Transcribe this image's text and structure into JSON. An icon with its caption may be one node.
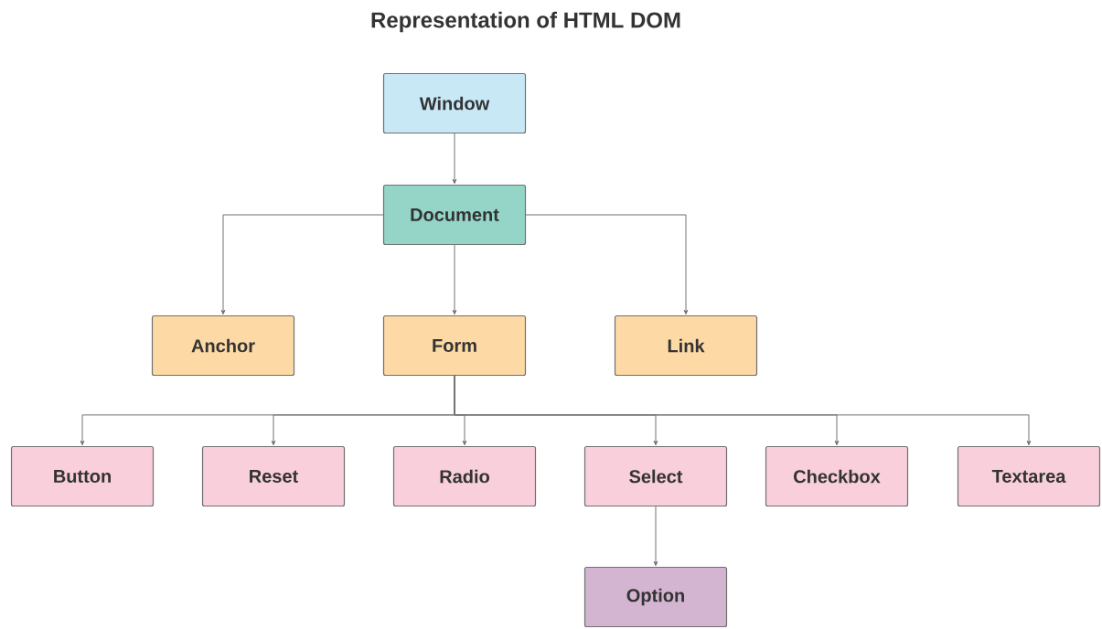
{
  "diagram": {
    "title": "Representation of HTML DOM",
    "nodes": [
      {
        "text": [
          "Window"
        ]
      },
      {
        "text": [
          "Document"
        ]
      },
      {
        "text": [
          "Anchor"
        ]
      },
      {
        "text": [
          "Form"
        ]
      },
      {
        "text": [
          "Link"
        ]
      },
      {
        "text": [
          "Button"
        ]
      },
      {
        "text": [
          "Reset"
        ]
      },
      {
        "text": [
          "Radio"
        ]
      },
      {
        "text": [
          "Select"
        ]
      },
      {
        "text": [
          "Checkbox"
        ]
      },
      {
        "text": [
          "Textarea"
        ]
      },
      {
        "text": [
          "Option"
        ]
      }
    ],
    "edges": [
      {
        "from": 0,
        "to": 1,
        "arrow": "to"
      },
      {
        "from": 1,
        "to": 2,
        "arrow": "to"
      },
      {
        "from": 1,
        "to": 3,
        "arrow": "to"
      },
      {
        "from": 1,
        "to": 4,
        "arrow": "to"
      },
      {
        "from": 3,
        "to": 5,
        "arrow": "to"
      },
      {
        "from": 3,
        "to": 6,
        "arrow": "to"
      },
      {
        "from": 3,
        "to": 7,
        "arrow": "to"
      },
      {
        "from": 3,
        "to": 8,
        "arrow": "to"
      },
      {
        "from": 3,
        "to": 9,
        "arrow": "to"
      },
      {
        "from": 3,
        "to": 10,
        "arrow": "to"
      },
      {
        "from": 8,
        "to": 11,
        "arrow": "to"
      }
    ]
  }
}
